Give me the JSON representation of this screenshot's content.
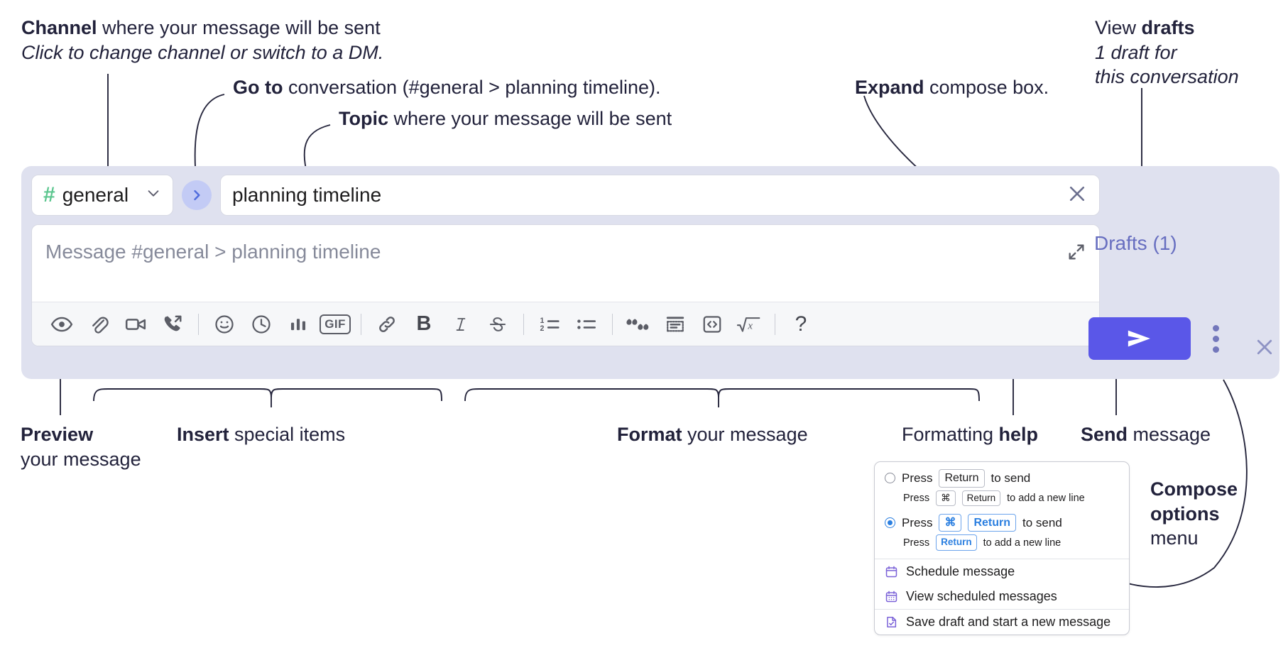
{
  "annotations": {
    "channel": {
      "bold": "Channel",
      "rest": " where your message will be sent",
      "italic": "Click to change channel or switch to a DM."
    },
    "goto": {
      "bold": "Go to",
      "rest": " conversation (#general > planning timeline)."
    },
    "topic": {
      "bold": "Topic",
      "rest": " where your message will be sent"
    },
    "expand": {
      "bold": "Expand",
      "rest": " compose box."
    },
    "drafts": {
      "normal": "View ",
      "bold": "drafts",
      "italic1": "1 draft for",
      "italic2": "this conversation"
    },
    "preview": {
      "bold": "Preview",
      "line2": "your message"
    },
    "insert": {
      "bold": "Insert",
      "rest": " special items"
    },
    "format": {
      "bold": "Format",
      "rest": " your message"
    },
    "help": {
      "normal": "Formatting ",
      "bold": "help"
    },
    "send": {
      "bold": "Send",
      "rest": " message"
    },
    "compose_options": {
      "bold1": "Compose",
      "bold2": "options",
      "rest": "menu"
    }
  },
  "compose": {
    "channel_button": {
      "hash": "#",
      "label": "general",
      "chevron": "chevron-down"
    },
    "go_button": "go-to-conversation",
    "topic_field": {
      "value": "planning timeline",
      "clear": "clear-topic"
    },
    "message_field": {
      "placeholder": "Message #general > planning timeline"
    },
    "expand_button": "expand-compose",
    "close_button": "close-compose",
    "drafts_label": "Drafts (1)",
    "send_button": "send-message",
    "options_button": "compose-options",
    "toolbar": {
      "group_insert": [
        {
          "name": "preview-icon",
          "title": "Preview"
        },
        {
          "name": "attachment-icon",
          "title": "Attach file"
        },
        {
          "name": "video-icon",
          "title": "Record video clip"
        },
        {
          "name": "call-icon",
          "title": "Start a call"
        }
      ],
      "group_special": [
        {
          "name": "emoji-icon",
          "title": "Emoji"
        },
        {
          "name": "clock-icon",
          "title": "Reminder"
        },
        {
          "name": "poll-icon",
          "title": "Poll"
        },
        {
          "name": "gif-icon",
          "title": "GIF",
          "text": "GIF"
        }
      ],
      "group_format1": [
        {
          "name": "link-icon",
          "title": "Link"
        },
        {
          "name": "bold-icon",
          "title": "Bold",
          "text": "B"
        },
        {
          "name": "italic-icon",
          "title": "Italic",
          "text": "I"
        },
        {
          "name": "strikethrough-icon",
          "title": "Strikethrough",
          "text": "S"
        }
      ],
      "group_format2": [
        {
          "name": "ordered-list-icon",
          "title": "Ordered list"
        },
        {
          "name": "bulleted-list-icon",
          "title": "Bulleted list"
        }
      ],
      "group_format3": [
        {
          "name": "blockquote-icon",
          "title": "Blockquote"
        },
        {
          "name": "code-block-icon",
          "title": "Code block"
        },
        {
          "name": "code-icon",
          "title": "Code"
        },
        {
          "name": "latex-icon",
          "title": "LaTeX"
        }
      ],
      "help": {
        "name": "help-icon",
        "text": "?"
      }
    }
  },
  "menu": {
    "option1": {
      "press": "Press",
      "key": "Return",
      "to_send": "to send",
      "sub_press": "Press",
      "sub_key1": "⌘",
      "sub_key2": "Return",
      "sub_text": "to add a new line",
      "selected": false
    },
    "option2": {
      "press": "Press",
      "key1": "⌘",
      "key2": "Return",
      "to_send": "to send",
      "sub_press": "Press",
      "sub_key": "Return",
      "sub_text": "to add a new line",
      "selected": true
    },
    "items": [
      {
        "label": "Schedule message",
        "icon": "calendar-icon"
      },
      {
        "label": "View scheduled messages",
        "icon": "calendar-grid-icon"
      },
      {
        "label": "Save draft and start a new message",
        "icon": "document-check-icon"
      }
    ]
  },
  "colors": {
    "panel_bg": "#dfe1ef",
    "accent_send": "#5a57e8",
    "hash_green": "#5cc68f",
    "drafts_purple": "#676ec0",
    "go_circle": "#c3cbf5",
    "menu_blue": "#2b7fe0",
    "menu_icon_purple": "#7b62d8"
  }
}
